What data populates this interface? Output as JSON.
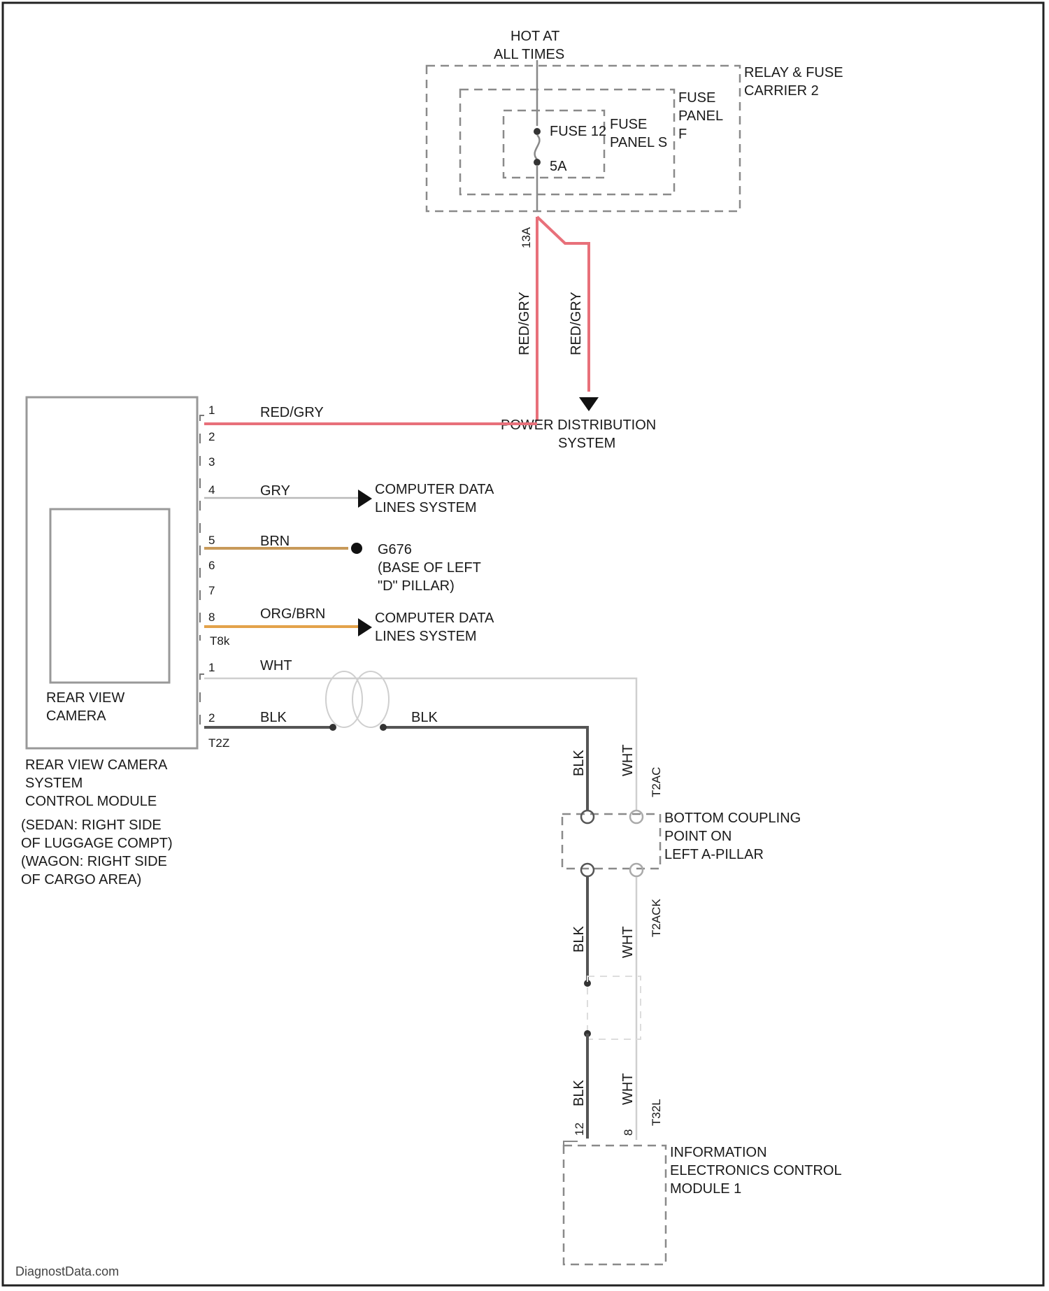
{
  "header": {
    "hot_at_line1": "HOT AT",
    "hot_at_line2": "ALL TIMES"
  },
  "relay_fuse_carrier": {
    "line1": "RELAY & FUSE",
    "line2": "CARRIER 2"
  },
  "fuse_panel_f": {
    "line1": "FUSE",
    "line2": "PANEL",
    "line3": "F"
  },
  "fuse_panel_s": {
    "line1": "FUSE",
    "line2": "PANEL S"
  },
  "fuse": {
    "label": "FUSE 12",
    "rating": "5A"
  },
  "connector_top": {
    "id": "13A"
  },
  "vertical_wires": {
    "left": "RED/GRY",
    "right": "RED/GRY"
  },
  "power_distribution": {
    "line1": "POWER DISTRIBUTION",
    "line2": "SYSTEM"
  },
  "module": {
    "inner_line1": "REAR VIEW",
    "inner_line2": "CAMERA",
    "caption_line1": "REAR VIEW CAMERA",
    "caption_line2": "SYSTEM",
    "caption_line3": "CONTROL MODULE",
    "location_line1": "(SEDAN: RIGHT SIDE",
    "location_line2": "OF LUGGAGE COMPT)",
    "location_line3": "(WAGON: RIGHT SIDE",
    "location_line4": "OF CARGO AREA)"
  },
  "pins": {
    "p1": "1",
    "p2": "2",
    "p3": "3",
    "p4": "4",
    "p5": "5",
    "p6": "6",
    "p7": "7",
    "p8": "8",
    "conn1": "T8k",
    "c2p1": "1",
    "c2p2": "2",
    "conn2": "T2Z"
  },
  "wires": {
    "w1": "RED/GRY",
    "w4": "GRY",
    "w5": "BRN",
    "w8": "ORG/BRN",
    "wht": "WHT",
    "blk_left": "BLK",
    "blk_right": "BLK"
  },
  "destinations": {
    "cdl1_line1": "COMPUTER DATA",
    "cdl1_line2": "LINES SYSTEM",
    "ground_line1": "G676",
    "ground_line2": "(BASE OF LEFT",
    "ground_line3": "\"D\" PILLAR)",
    "cdl2_line1": "COMPUTER DATA",
    "cdl2_line2": "LINES SYSTEM"
  },
  "vertical_run": {
    "blk1": "BLK",
    "wht1": "WHT",
    "conn_a": "T2AC",
    "blk2": "BLK",
    "wht2": "WHT",
    "conn_b": "T2ACK",
    "blk3": "BLK",
    "wht3": "WHT",
    "conn_c": "T32L",
    "pin_blk": "12",
    "pin_wht": "8"
  },
  "coupling": {
    "line1": "BOTTOM COUPLING",
    "line2": "POINT ON",
    "line3": "LEFT A-PILLAR"
  },
  "info_module": {
    "line1": "INFORMATION",
    "line2": "ELECTRONICS CONTROL",
    "line3": "MODULE 1"
  },
  "footer": {
    "watermark": "DiagnostData.com"
  },
  "colors": {
    "red_gry": "#e8707a",
    "gry": "#b9b9b9",
    "brn": "#c89a5a",
    "org_brn": "#e3a24a",
    "blk": "#555555",
    "wht": "#cfcfcf"
  }
}
